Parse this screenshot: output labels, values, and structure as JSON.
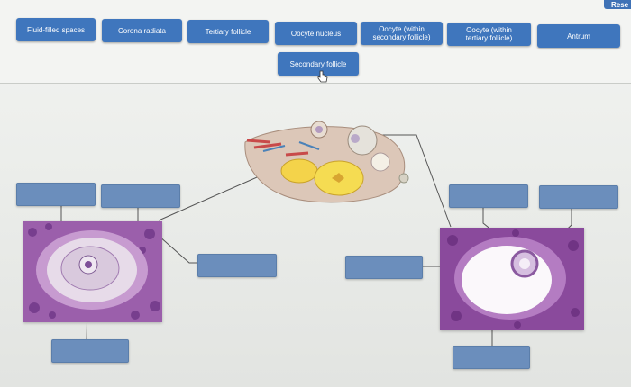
{
  "toolbar": {
    "reset_label": "Rese",
    "chips": [
      {
        "line1": "Fluid-filled spaces",
        "line2": ""
      },
      {
        "line1": "Corona radiata",
        "line2": ""
      },
      {
        "line1": "Tertiary follicle",
        "line2": ""
      },
      {
        "line1": "Oocyte nucleus",
        "line2": ""
      },
      {
        "line1": "Oocyte (within",
        "line2": "secondary follicle)"
      },
      {
        "line1": "Oocyte (within",
        "line2": "tertiary follicle)"
      },
      {
        "line1": "Antrum",
        "line2": ""
      },
      {
        "line1": "Secondary follicle",
        "line2": ""
      }
    ]
  },
  "colors": {
    "chip_blue": "#3f76bd",
    "drop_box": "#6b8ebc",
    "stain_purple": "#8a4a9c"
  },
  "icons": {
    "cursor": "hand-pointer-icon"
  }
}
